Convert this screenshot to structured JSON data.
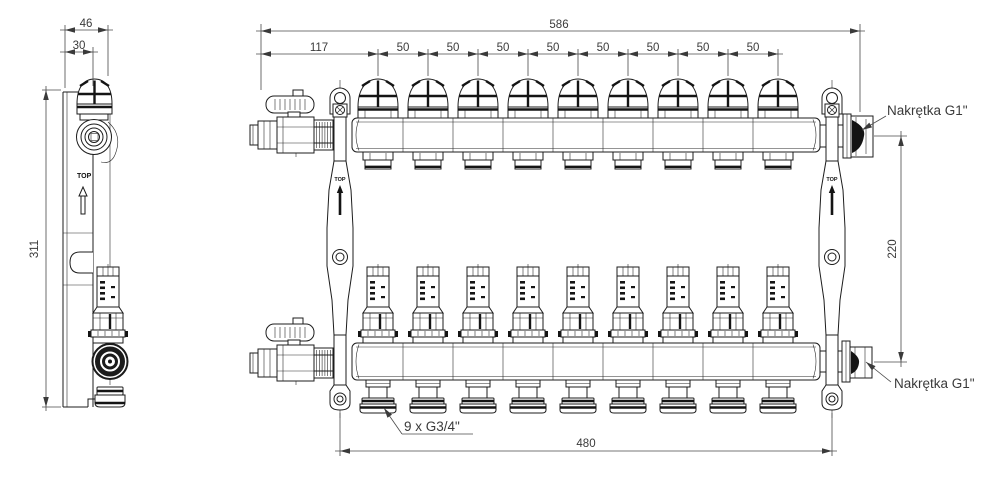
{
  "page": {
    "background": "#ffffff",
    "line_color": "#1c1c1c",
    "dim_color": "#4a4a4a"
  },
  "side_view": {
    "marking_top": "TOP",
    "dim_width_total": "46",
    "dim_width_rail": "30",
    "dim_height": "311"
  },
  "front_view": {
    "marking_top": "TOP",
    "circuit_count": 9,
    "dim_overall_width": "586",
    "dim_first_pitch": "117",
    "dim_pitch": "50",
    "dim_pitch_count": 8,
    "dim_nut_spacing": "220",
    "dim_bracket_spacing": "480",
    "label_nut_top": "Nakrętka G1\"",
    "label_nut_bottom": "Nakrętka G1\"",
    "label_outlets": "9 x G3/4\""
  }
}
